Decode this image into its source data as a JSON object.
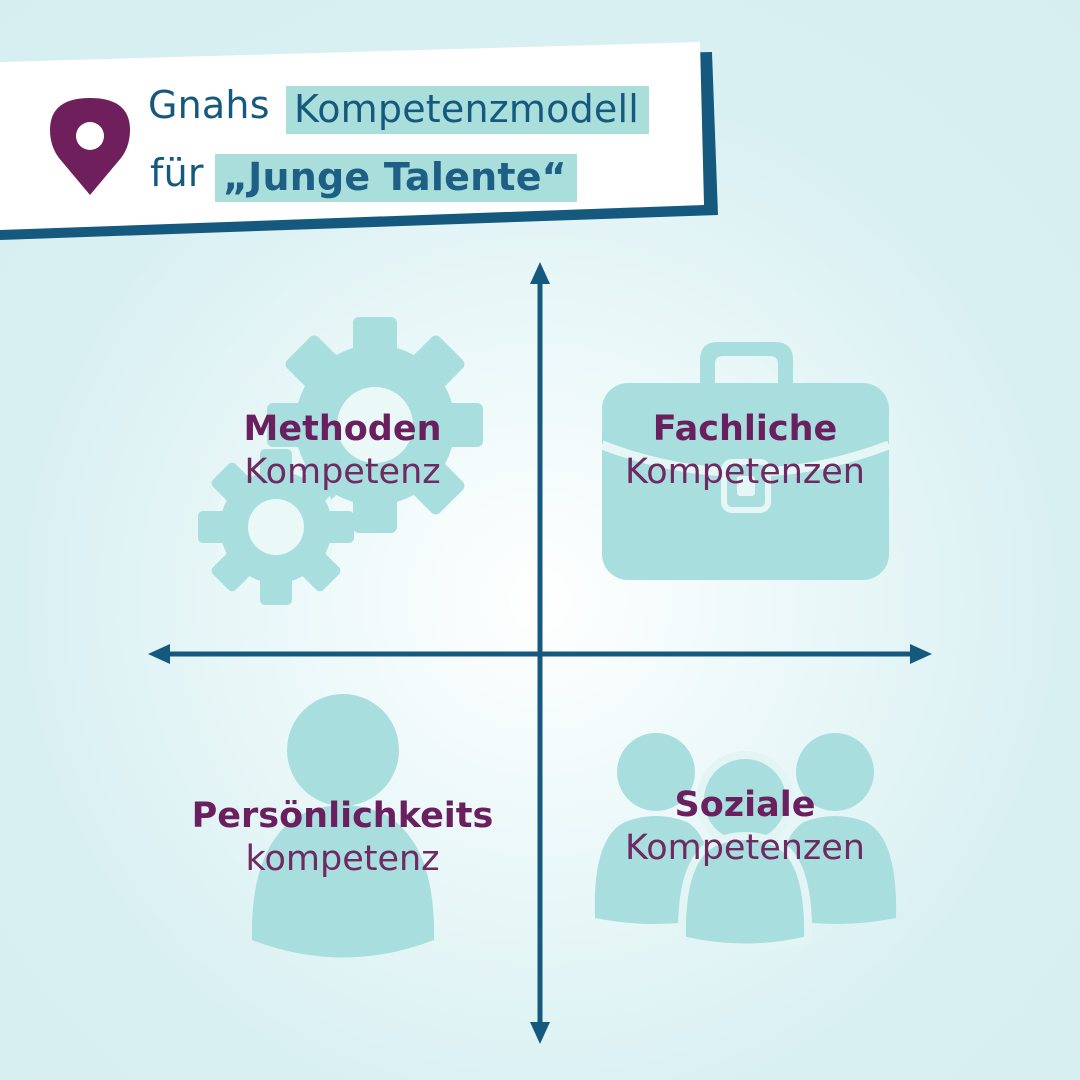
{
  "header": {
    "title_line1_plain": "Gnahs",
    "title_line1_highlight": "Kompetenzmodell",
    "title_line2_plain": "für",
    "title_line2_highlight": "„Junge Talente“",
    "icon": "map-pin-icon"
  },
  "quadrants": {
    "top_left": {
      "bold": "Methoden",
      "regular": "Kompetenz",
      "icon": "gears-icon"
    },
    "top_right": {
      "bold": "Fachliche",
      "regular": "Kompetenzen",
      "icon": "briefcase-icon"
    },
    "bottom_left": {
      "bold": "Persönlichkeits",
      "regular": "kompetenz",
      "icon": "person-icon"
    },
    "bottom_right": {
      "bold": "Soziale",
      "regular": "Kompetenzen",
      "icon": "group-icon"
    }
  },
  "colors": {
    "background": "#d4eef0",
    "accent_teal": "#a9dedb",
    "axis_blue": "#16597f",
    "label_purple": "#6a1f5e",
    "pin_purple": "#6e1f5c"
  }
}
